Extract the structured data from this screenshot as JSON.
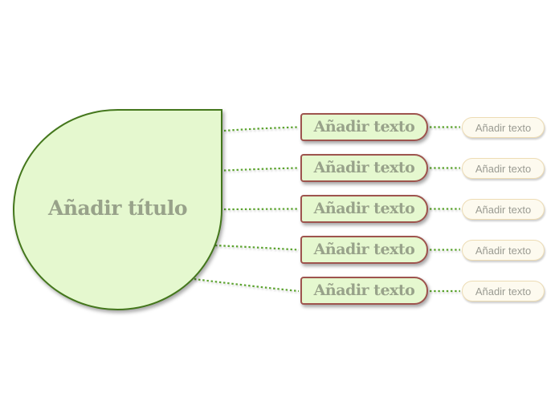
{
  "mindmap": {
    "root": {
      "label": "Añadir título"
    },
    "branches": [
      {
        "label": "Añadir texto",
        "child": {
          "label": "Añadir texto"
        }
      },
      {
        "label": "Añadir texto",
        "child": {
          "label": "Añadir texto"
        }
      },
      {
        "label": "Añadir texto",
        "child": {
          "label": "Añadir texto"
        }
      },
      {
        "label": "Añadir texto",
        "child": {
          "label": "Añadir texto"
        }
      },
      {
        "label": "Añadir texto",
        "child": {
          "label": "Añadir texto"
        }
      }
    ]
  },
  "theme": {
    "root_fill": "#e5f8cf",
    "root_border": "#44771c",
    "root_text": "#98a28a",
    "branch_fill": "#e5f8cf",
    "branch_border": "#9e544e",
    "branch_text": "#98a28a",
    "child_fill": "#fdfaef",
    "child_border": "#eddcb4",
    "child_text": "#9a9b92",
    "connector": "#5ba32e"
  }
}
